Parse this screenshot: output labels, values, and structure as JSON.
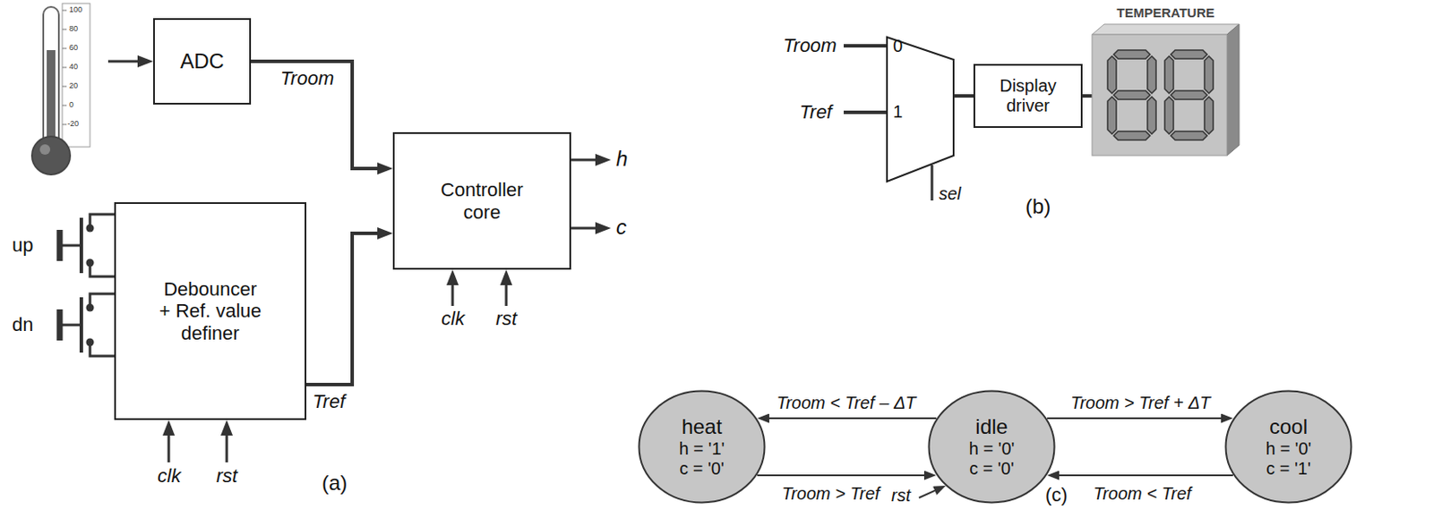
{
  "diagram": {
    "nodes": [
      {
        "text": [
          "ADC"
        ]
      },
      {
        "text": [
          "Debouncer + Ref. value definer"
        ]
      },
      {
        "text": [
          "Controller core"
        ]
      },
      {
        "text": [
          "0",
          "1"
        ]
      },
      {
        "text": [
          "Display driver"
        ]
      },
      {
        "text": [
          "TEMPERATURE"
        ]
      },
      {
        "text": [
          "heat",
          "h = '1'",
          "c = '0'"
        ]
      },
      {
        "text": [
          "idle",
          "h = '0'",
          "c = '0'"
        ]
      },
      {
        "text": [
          "cool",
          "h = '0'",
          "c = '1'"
        ]
      }
    ],
    "edges": [
      {
        "from": 0,
        "to": 2,
        "arrow": "to",
        "label": "Troom"
      },
      {
        "from": 1,
        "to": 2,
        "arrow": "to",
        "label": "Tref"
      },
      {
        "from": 3,
        "to": 4,
        "arrow": "none"
      },
      {
        "from": 4,
        "to": 5,
        "arrow": "none"
      },
      {
        "from": 7,
        "to": 6,
        "arrow": "to",
        "label": "Troom < Tref – ΔT"
      },
      {
        "from": 6,
        "to": 7,
        "arrow": "to",
        "label": "Troom > Tref"
      },
      {
        "from": 7,
        "to": 8,
        "arrow": "to",
        "label": "Troom > Tref + ΔT"
      },
      {
        "from": 8,
        "to": 7,
        "arrow": "to",
        "label": "Troom < Tref"
      }
    ],
    "labels": [
      "100",
      "80",
      "60",
      "40",
      "20",
      "0",
      "-20",
      "up",
      "dn",
      "clk",
      "rst",
      "clk",
      "rst",
      "h",
      "c",
      "(a)",
      "Troom",
      "Tref",
      "sel",
      "(b)",
      "rst",
      "(c)"
    ]
  }
}
